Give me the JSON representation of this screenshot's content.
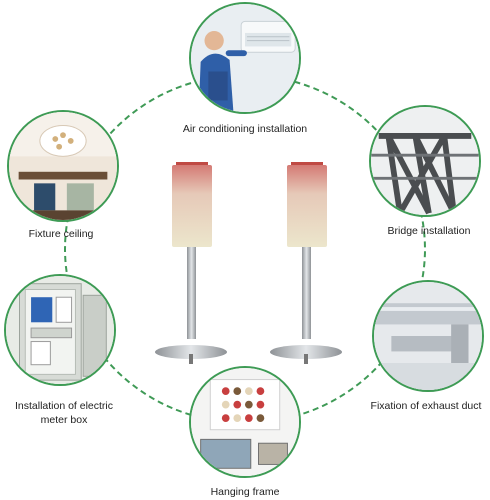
{
  "labels": {
    "air_conditioning": "Air conditioning installation",
    "fixture_ceiling": "Fixture ceiling",
    "bridge": "Bridge installation",
    "electric_meter_line1": "Installation of electric",
    "electric_meter_line2": "meter box",
    "exhaust_duct": "Fixation of exhaust duct",
    "hanging_frame": "Hanging frame"
  },
  "colors": {
    "ring": "#3f9a56",
    "label_text": "#222222",
    "anchor_head": "#d47a74",
    "anchor_body": "#e9dcc7",
    "anchor_stem": "#b8bcc0"
  },
  "icons": {
    "air_conditioning": "technician-ac-unit-icon",
    "fixture_ceiling": "chandelier-room-icon",
    "bridge": "steel-bridge-icon",
    "electric_meter": "meter-box-icon",
    "exhaust_duct": "duct-pipes-icon",
    "hanging_frame": "wall-frames-icon"
  }
}
